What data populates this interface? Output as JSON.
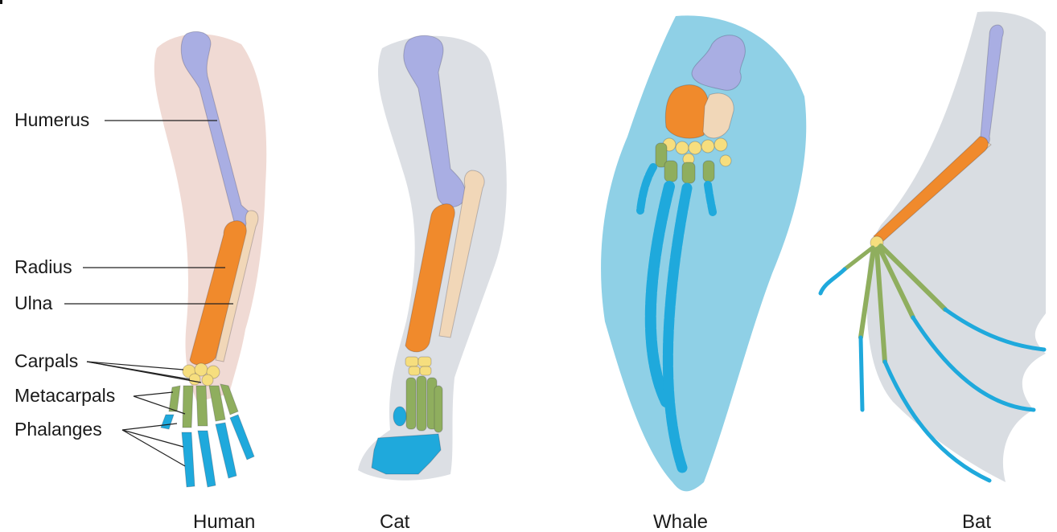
{
  "labels": {
    "humerus": "Humerus",
    "radius": "Radius",
    "ulna": "Ulna",
    "carpals": "Carpals",
    "metacarpals": "Metacarpals",
    "phalanges": "Phalanges"
  },
  "captions": {
    "human": "Human",
    "cat": "Cat",
    "whale": "Whale",
    "bat": "Bat"
  },
  "bone_colors": {
    "humerus": "#a9aee3",
    "radius": "#f08a2c",
    "ulna": "#f1d7b8",
    "carpals": "#f6de7e",
    "metacarpals": "#8fae5e",
    "phalanges": "#1fa9dc"
  },
  "tissue_colors": {
    "human_skin": "#edd3cc",
    "cat_fur": "#dcdfe4",
    "whale_flipper": "#8fd0e6",
    "bat_membrane": "#d9dde2"
  }
}
